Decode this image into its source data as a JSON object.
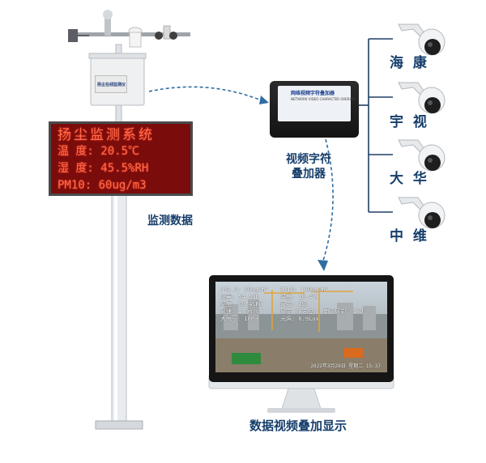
{
  "led_display": {
    "title": "扬尘监测系统",
    "rows": [
      {
        "label": "温 度:",
        "value": "20.5℃"
      },
      {
        "label": "湿 度:",
        "value": "45.5%RH"
      },
      {
        "label": "PM10:",
        "value": "60ug/m3"
      }
    ]
  },
  "enclosure_label": "扬尘在线监测仪",
  "labels": {
    "monitoring_data": "监测数据",
    "overlay_device_line1": "视频字符",
    "overlay_device_line2": "叠加器",
    "display": "数据视频叠加显示"
  },
  "device": {
    "title": "网络视频字符叠加器",
    "subtitle": "NETWORK VIDEO CHARACTER OVERLAY"
  },
  "cameras": [
    "海 康",
    "宇 视",
    "大 华",
    "中 维"
  ],
  "screen_overlay": {
    "left": [
      "PM2.5: 50ug/m³",
      "噪声: 54.5db",
      "湿度: 60.4%RH",
      "风速: 1.9m/s",
      "大气压: 10Pa"
    ],
    "right": [
      "PM10: 130ug/m³",
      "温度: 10.4℃",
      "风力: 2级",
      "风向 (8方位): 南风风向: 180°",
      "光照: 6.9Lux"
    ],
    "timestamp": "2022年3月29日 星期二 15:37"
  },
  "colors": {
    "label": "#163e6b",
    "arrow": "#2f6da3",
    "led_bg": "#7a0c0c",
    "led_text": "#ff6b4a",
    "line": "#1f3f66"
  }
}
